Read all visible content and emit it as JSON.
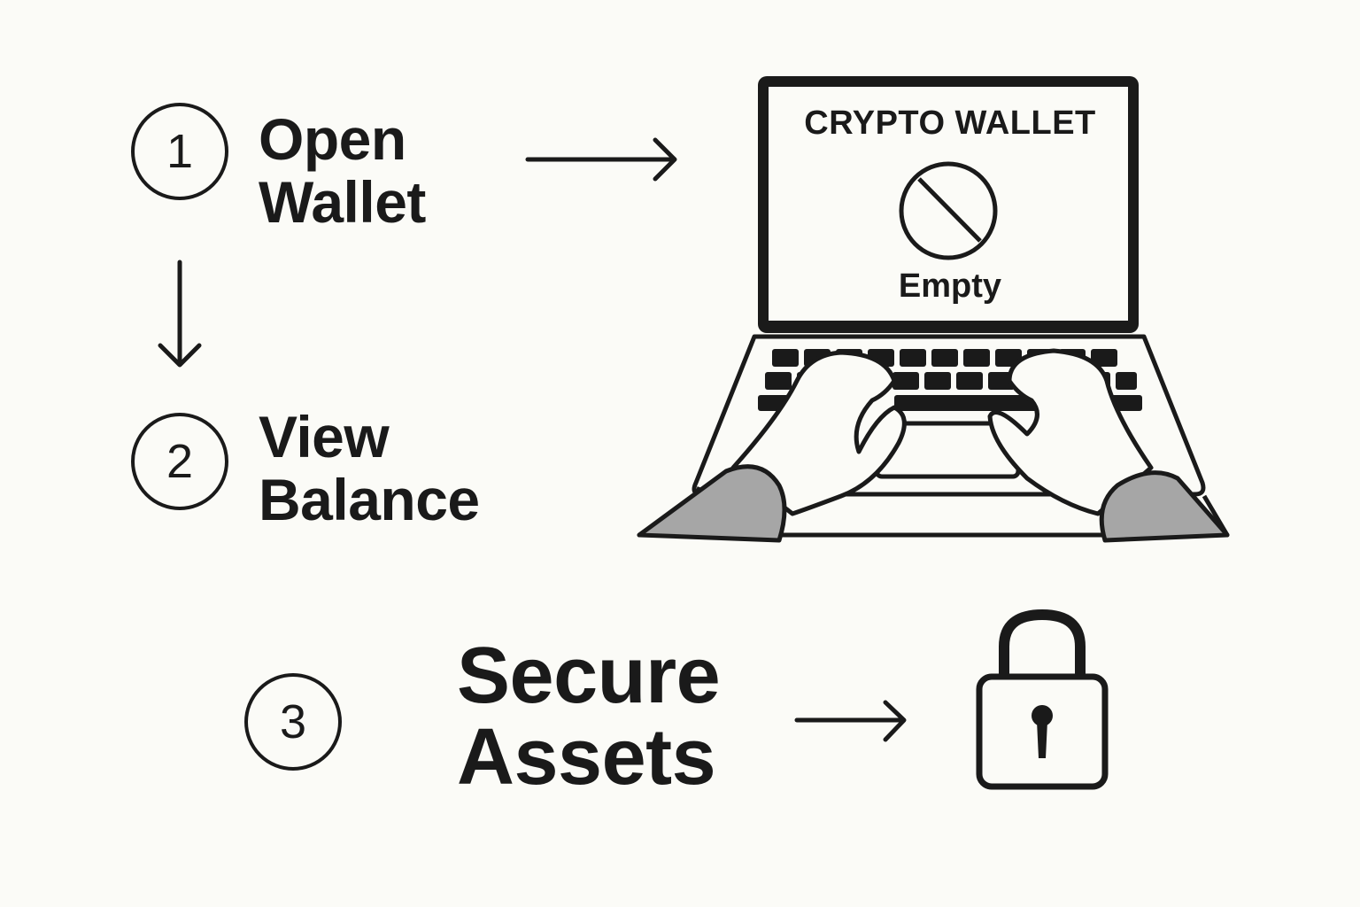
{
  "steps": [
    {
      "number": "1",
      "line1": "Open",
      "line2": "Wallet"
    },
    {
      "number": "2",
      "line1": "View",
      "line2": "Balance"
    },
    {
      "number": "3",
      "line1": "Secure",
      "line2": "Assets"
    }
  ],
  "laptop": {
    "screen_title": "CRYPTO WALLET",
    "status_icon": "prohibited-icon",
    "status_text": "Empty"
  },
  "icons": {
    "lock": "padlock-icon",
    "arrow_right": "arrow-right-icon",
    "arrow_down": "arrow-down-icon"
  },
  "colors": {
    "ink": "#1a1a1a",
    "background": "#fbfbf7",
    "sleeve": "#a6a6a6"
  }
}
